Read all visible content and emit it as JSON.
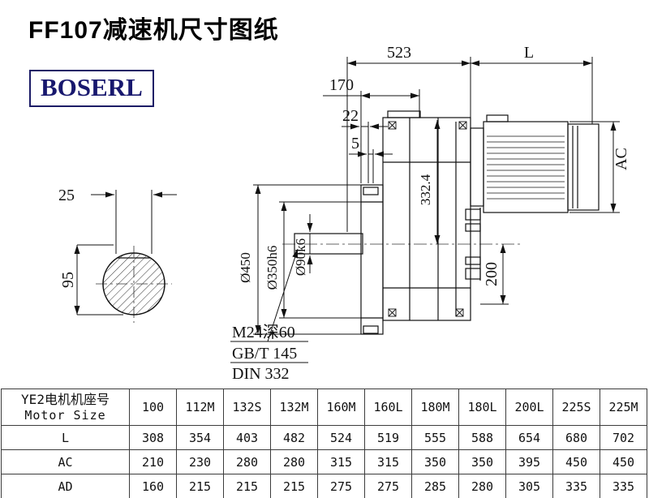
{
  "page": {
    "title": "FF107减速机尺寸图纸",
    "logo_text": "BOSERL",
    "brand_color": "#18186e"
  },
  "drawing": {
    "dim_523": "523",
    "dim_L": "L",
    "dim_170": "170",
    "dim_22": "22",
    "dim_5": "5",
    "dim_AC": "AC",
    "dim_332_4": "332.4",
    "dim_450": "Ø450",
    "dim_350": "Ø350h6",
    "dim_90": "Ø90k6",
    "dim_200": "200",
    "dim_25": "25",
    "dim_95": "95",
    "note_thread": "M24深60",
    "note_gb": "GB/T 145",
    "note_din": "DIN 332"
  },
  "table": {
    "header_cn": "YE2电机机座号",
    "header_en": "Motor Size",
    "columns": [
      "100",
      "112M",
      "132S",
      "132M",
      "160M",
      "160L",
      "180M",
      "180L",
      "200L",
      "225S",
      "225M"
    ],
    "rows": [
      {
        "label": "L",
        "values": [
          "308",
          "354",
          "403",
          "482",
          "524",
          "519",
          "555",
          "588",
          "654",
          "680",
          "702"
        ]
      },
      {
        "label": "AC",
        "values": [
          "210",
          "230",
          "280",
          "280",
          "315",
          "315",
          "350",
          "350",
          "395",
          "450",
          "450"
        ]
      },
      {
        "label": "AD",
        "values": [
          "160",
          "215",
          "215",
          "215",
          "275",
          "275",
          "285",
          "280",
          "305",
          "335",
          "335"
        ]
      }
    ]
  }
}
